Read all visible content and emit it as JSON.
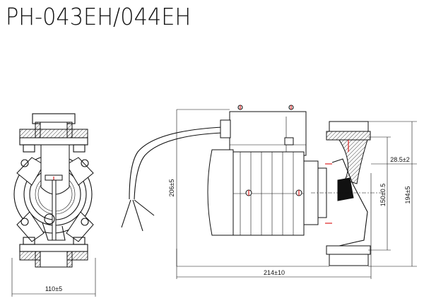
{
  "title": "PH-043EH/044EH",
  "dimensions": {
    "front_width": "110±5",
    "overall_height": "206±5",
    "overall_length": "214±10",
    "offset": "28.5±2",
    "port_to_port": "150±0.5",
    "pump_height": "194±5"
  },
  "colors": {
    "line": "#111111",
    "marker": "#dd2222"
  }
}
